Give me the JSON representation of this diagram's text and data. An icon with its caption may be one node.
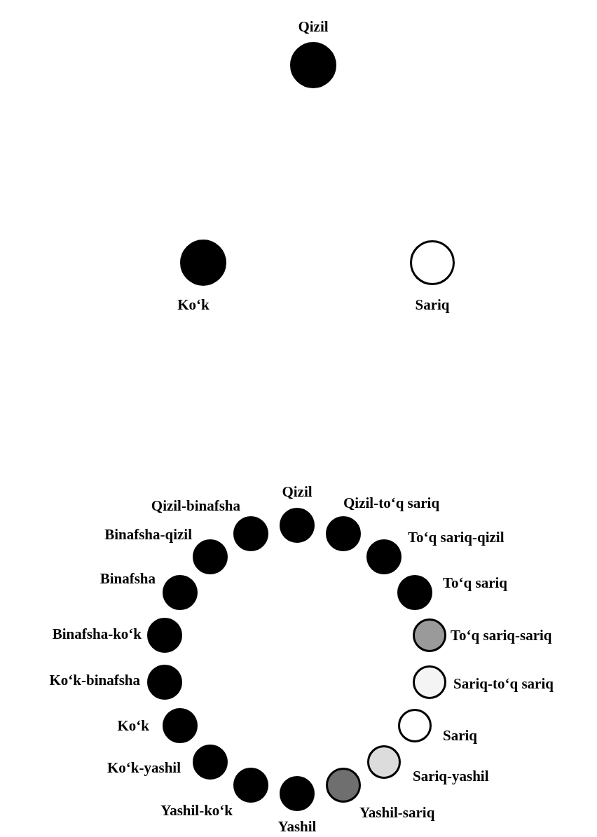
{
  "diagram": {
    "nodes": [
      {
        "text": [
          "Qizil"
        ]
      },
      {
        "text": [
          "Ko‘k"
        ]
      },
      {
        "text": [
          "Sariq"
        ]
      },
      {
        "text": [
          "Qizil-binafsha"
        ]
      },
      {
        "text": [
          "Qizil"
        ]
      },
      {
        "text": [
          "Qizil-to‘q sariq"
        ]
      },
      {
        "text": [
          "Binafsha-qizil"
        ]
      },
      {
        "text": [
          "To‘q sariq-qizil"
        ]
      },
      {
        "text": [
          "Binafsha"
        ]
      },
      {
        "text": [
          "To‘q sariq"
        ]
      },
      {
        "text": [
          "Binafsha-ko‘k"
        ]
      },
      {
        "text": [
          "To‘q sariq-sariq"
        ]
      },
      {
        "text": [
          "Ko‘k-binafsha"
        ]
      },
      {
        "text": [
          "Sariq-to‘q sariq"
        ]
      },
      {
        "text": [
          "Ko‘k"
        ]
      },
      {
        "text": [
          "Sariq"
        ]
      },
      {
        "text": [
          "Ko‘k-yashil"
        ]
      },
      {
        "text": [
          "Sariq-yashil"
        ]
      },
      {
        "text": [
          "Yashil-ko‘k"
        ]
      },
      {
        "text": [
          "Yashil-sariq"
        ]
      },
      {
        "text": [
          "Yashil"
        ]
      }
    ]
  }
}
